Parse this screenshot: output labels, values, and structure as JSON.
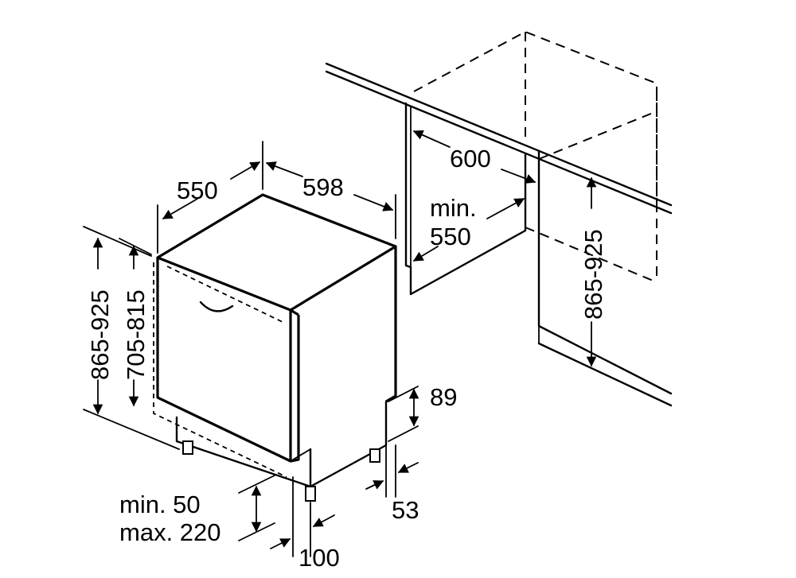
{
  "colors": {
    "ink": "#000000",
    "background": "#ffffff"
  },
  "labels": {
    "depth": "550",
    "width": "598",
    "niche_width": "600",
    "niche_depth_min_prefix": "min.",
    "niche_depth_min_value": "550",
    "height_outer_left": "865-925",
    "height_inner_left": "705-815",
    "height_niche_right": "865-925",
    "plinth_height": "89",
    "plinth_depth": "53",
    "foot_gap_min": "min. 50",
    "foot_gap_max": "max. 220",
    "foot_setback": "100"
  }
}
